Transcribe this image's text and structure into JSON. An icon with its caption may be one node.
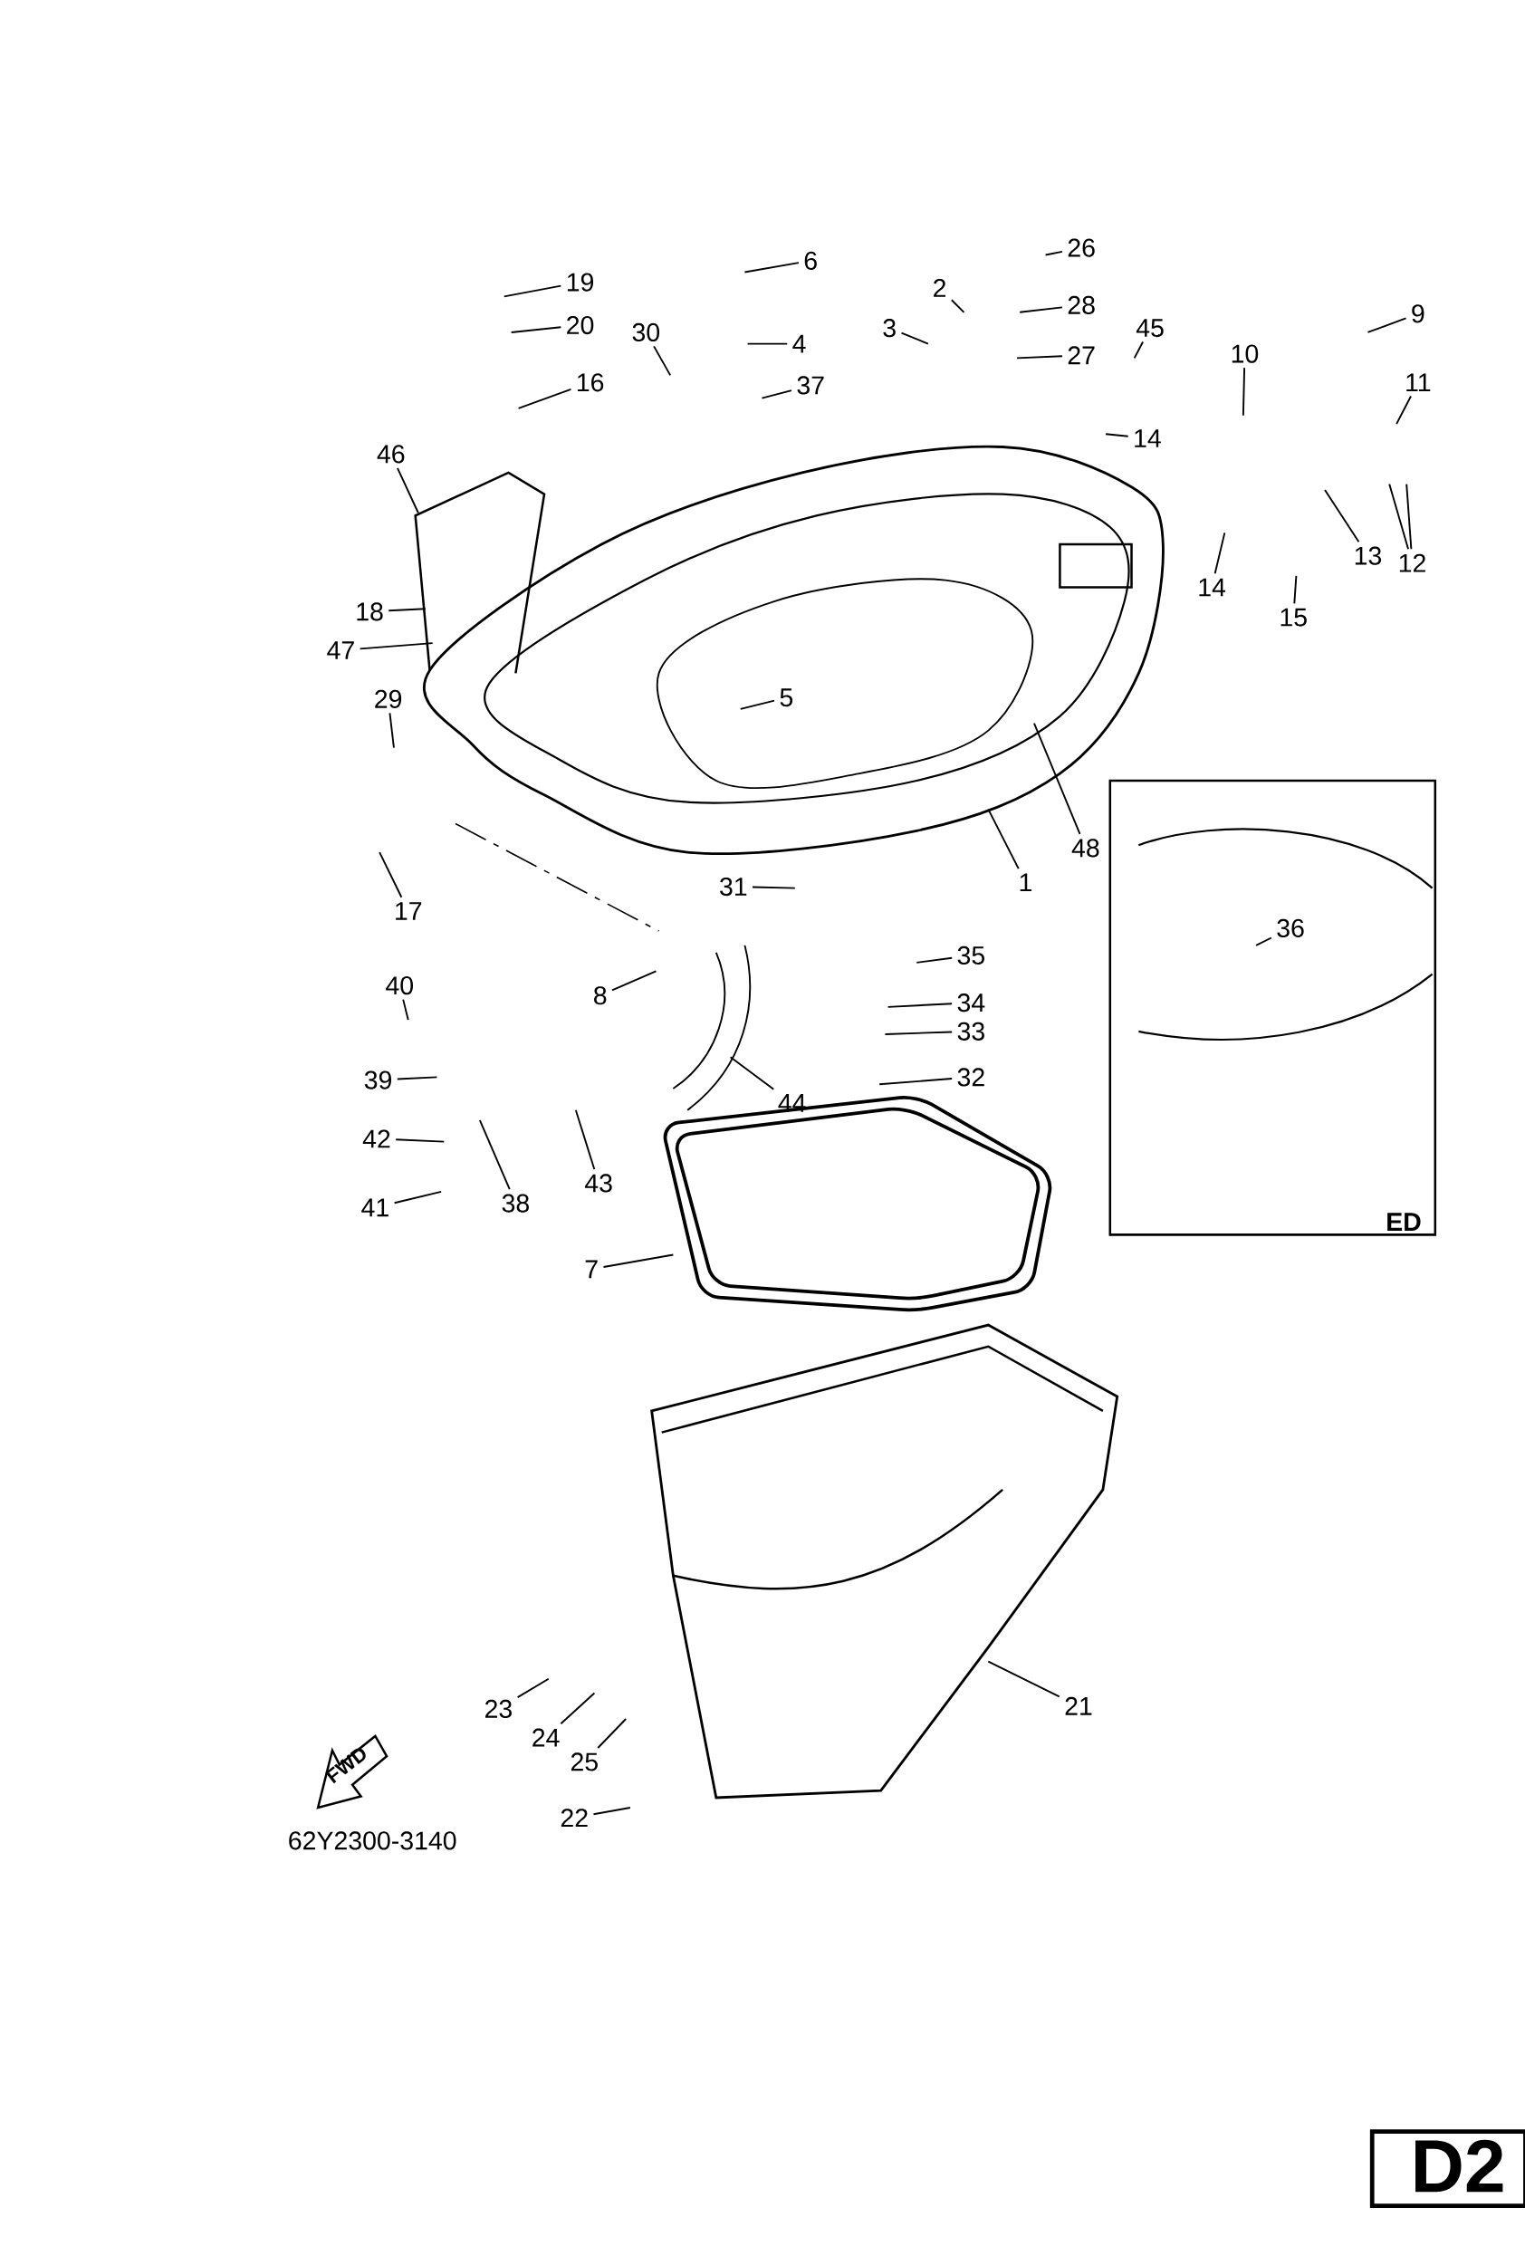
{
  "diagram": {
    "nodes": [
      {
        "text": [
          "19"
        ]
      },
      {
        "text": [
          "6"
        ]
      },
      {
        "text": [
          "26"
        ]
      },
      {
        "text": [
          "2"
        ]
      },
      {
        "text": [
          "28"
        ]
      },
      {
        "text": [
          "9"
        ]
      },
      {
        "text": [
          "20"
        ]
      },
      {
        "text": [
          "30"
        ]
      },
      {
        "text": [
          "4"
        ]
      },
      {
        "text": [
          "3"
        ]
      },
      {
        "text": [
          "45"
        ]
      },
      {
        "text": [
          "27"
        ]
      },
      {
        "text": [
          "10"
        ]
      },
      {
        "text": [
          "16"
        ]
      },
      {
        "text": [
          "11"
        ]
      },
      {
        "text": [
          "37"
        ]
      },
      {
        "text": [
          "14"
        ]
      },
      {
        "text": [
          "46"
        ]
      },
      {
        "text": [
          "13"
        ]
      },
      {
        "text": [
          "12"
        ]
      },
      {
        "text": [
          "14"
        ]
      },
      {
        "text": [
          "18"
        ]
      },
      {
        "text": [
          "15"
        ]
      },
      {
        "text": [
          "47"
        ]
      },
      {
        "text": [
          "5"
        ]
      },
      {
        "text": [
          "29"
        ]
      },
      {
        "text": [
          "48"
        ]
      },
      {
        "text": [
          "31"
        ]
      },
      {
        "text": [
          "1"
        ]
      },
      {
        "text": [
          "17"
        ]
      },
      {
        "text": [
          "36"
        ]
      },
      {
        "text": [
          "35"
        ]
      },
      {
        "text": [
          "40"
        ]
      },
      {
        "text": [
          "8"
        ]
      },
      {
        "text": [
          "34"
        ]
      },
      {
        "text": [
          "33"
        ]
      },
      {
        "text": [
          "32"
        ]
      },
      {
        "text": [
          "39"
        ]
      },
      {
        "text": [
          "44"
        ]
      },
      {
        "text": [
          "42"
        ]
      },
      {
        "text": [
          "43"
        ]
      },
      {
        "text": [
          "38"
        ]
      },
      {
        "text": [
          "41"
        ]
      },
      {
        "text": [
          "7"
        ]
      },
      {
        "text": [
          "21"
        ]
      },
      {
        "text": [
          "23"
        ]
      },
      {
        "text": [
          "24"
        ]
      },
      {
        "text": [
          "25"
        ]
      },
      {
        "text": [
          "22"
        ]
      }
    ],
    "edges": [
      {
        "from": 0,
        "to": null,
        "arrow": "none"
      },
      {
        "from": 1,
        "to": null,
        "arrow": "none"
      },
      {
        "from": 2,
        "to": null,
        "arrow": "none"
      },
      {
        "from": 3,
        "to": null,
        "arrow": "none"
      },
      {
        "from": 4,
        "to": null,
        "arrow": "none"
      },
      {
        "from": 5,
        "to": null,
        "arrow": "none"
      },
      {
        "from": 6,
        "to": null,
        "arrow": "none"
      },
      {
        "from": 7,
        "to": null,
        "arrow": "none"
      },
      {
        "from": 8,
        "to": null,
        "arrow": "none"
      },
      {
        "from": 9,
        "to": null,
        "arrow": "none"
      },
      {
        "from": 10,
        "to": null,
        "arrow": "none"
      },
      {
        "from": 11,
        "to": null,
        "arrow": "none"
      },
      {
        "from": 12,
        "to": null,
        "arrow": "none"
      },
      {
        "from": 13,
        "to": null,
        "arrow": "none"
      },
      {
        "from": 14,
        "to": null,
        "arrow": "none"
      },
      {
        "from": 15,
        "to": null,
        "arrow": "none"
      },
      {
        "from": 16,
        "to": null,
        "arrow": "none"
      },
      {
        "from": 17,
        "to": null,
        "arrow": "none"
      },
      {
        "from": 18,
        "to": null,
        "arrow": "none"
      },
      {
        "from": 19,
        "to": null,
        "arrow": "none"
      },
      {
        "from": 19,
        "to": null,
        "arrow": "none"
      },
      {
        "from": 20,
        "to": null,
        "arrow": "none"
      },
      {
        "from": 21,
        "to": null,
        "arrow": "none"
      },
      {
        "from": 22,
        "to": null,
        "arrow": "none"
      },
      {
        "from": 23,
        "to": null,
        "arrow": "none"
      },
      {
        "from": 24,
        "to": null,
        "arrow": "none"
      },
      {
        "from": 25,
        "to": null,
        "arrow": "none"
      },
      {
        "from": 26,
        "to": null,
        "arrow": "none"
      },
      {
        "from": 27,
        "to": null,
        "arrow": "none"
      },
      {
        "from": 28,
        "to": null,
        "arrow": "none"
      },
      {
        "from": 29,
        "to": null,
        "arrow": "none"
      },
      {
        "from": 30,
        "to": null,
        "arrow": "none"
      },
      {
        "from": 31,
        "to": null,
        "arrow": "none"
      },
      {
        "from": 32,
        "to": null,
        "arrow": "none"
      },
      {
        "from": 33,
        "to": null,
        "arrow": "none"
      },
      {
        "from": 34,
        "to": null,
        "arrow": "none"
      },
      {
        "from": 35,
        "to": null,
        "arrow": "none"
      },
      {
        "from": 36,
        "to": null,
        "arrow": "none"
      },
      {
        "from": 37,
        "to": null,
        "arrow": "none"
      },
      {
        "from": 38,
        "to": null,
        "arrow": "none"
      },
      {
        "from": 39,
        "to": null,
        "arrow": "none"
      },
      {
        "from": 40,
        "to": null,
        "arrow": "none"
      },
      {
        "from": 41,
        "to": null,
        "arrow": "none"
      },
      {
        "from": 42,
        "to": null,
        "arrow": "none"
      },
      {
        "from": 43,
        "to": null,
        "arrow": "none"
      },
      {
        "from": 44,
        "to": null,
        "arrow": "none"
      },
      {
        "from": 45,
        "to": null,
        "arrow": "none"
      },
      {
        "from": 46,
        "to": null,
        "arrow": "none"
      },
      {
        "from": 47,
        "to": null,
        "arrow": "none"
      },
      {
        "from": 48,
        "to": null,
        "arrow": "none"
      }
    ],
    "labels": [
      "ED",
      "FWD",
      "62Y2300-3140",
      "D2"
    ]
  }
}
